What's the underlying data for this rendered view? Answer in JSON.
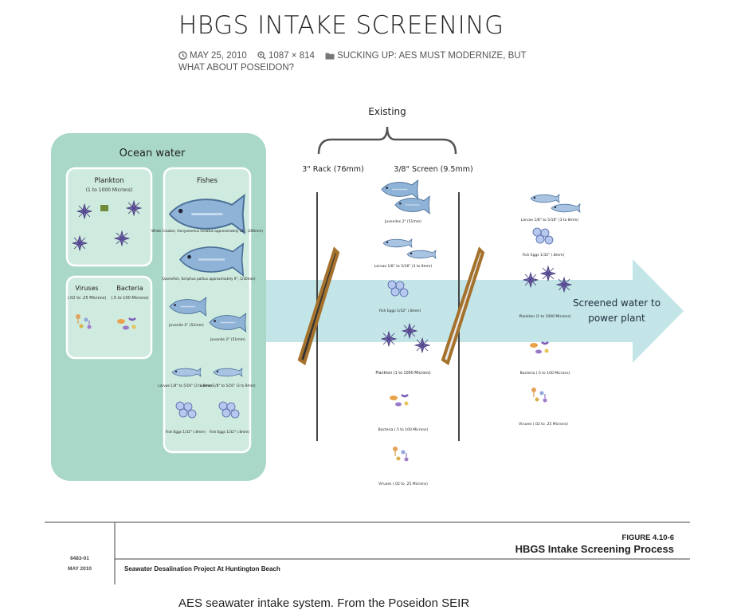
{
  "post": {
    "title": "HBGS INTAKE SCREENING",
    "meta": {
      "date": "MAY 25, 2010",
      "dimensions": "1087 × 814",
      "category": "SUCKING UP: AES MUST MODERNIZE, BUT WHAT ABOUT POSEIDON?"
    },
    "caption": "AES seawater intake system. From the Poseidon SEIR"
  },
  "figure": {
    "ocean_title": "Ocean water",
    "plankton_label": "Plankton",
    "plankton_size": "(1 to 1000 Microns)",
    "viruses_label": "Viruses",
    "viruses_size": "(.02 to .25 Microns)",
    "bacteria_label": "Bacteria",
    "bacteria_size": "(.5 to 100 Microns)",
    "fishes_label": "Fishes",
    "white_croaker": "White Croaker, Genyonemus lineatus approximately 11\", (280mm)",
    "queenfish": "Queenfish, Seriphus politus approximately 9\", (230mm)",
    "juvenile_1": "Juvenile 2\" (51mm)",
    "juvenile_2": "Juvenile 2\" (51mm)",
    "larvae_1": "Larvae 1/8\" to 5/16\" (3 to 8mm)",
    "larvae_2": "Larvae 1/8\" to 5/16\" (3 to 8mm)",
    "fish_eggs_1": "Fish Eggs 1/32\" (.8mm)",
    "fish_eggs_2": "Fish Eggs 1/32\" (.8mm)",
    "existing_label": "Existing",
    "rack_label": "3\" Rack (76mm)",
    "screen_label": "3/8\" Screen (9.5mm)",
    "mid_juveniles": "Juveniles 2\" (51mm)",
    "mid_larvae": "Larvae 1/8\" to 5/16\" (3 to 8mm)",
    "mid_fish_eggs": "Fish Eggs 1/32\" (.8mm)",
    "mid_plankton": "Plankton (1 to 1000 Microns)",
    "mid_bacteria": "Bacteria (.5 to 100 Microns)",
    "mid_viruses": "Viruses (.02 to .25 Microns)",
    "right_larvae": "Larvae 1/8\" to 5/16\" (3 to 8mm)",
    "right_fish_eggs": "Fish Eggs 1/32\" (.8mm)",
    "right_plankton": "Plankton (1 to 1000 Microns)",
    "right_bacteria": "Bacteria (.5 to 100 Microns)",
    "right_viruses": "Viruses (.02 to .25 Microns)",
    "arrow_label_1": "Screened water to",
    "arrow_label_2": "power plant",
    "figure_number": "FIGURE 4.10-6",
    "figure_title": "HBGS Intake Screening Process",
    "doc_number": "6483-01",
    "doc_date": "MAY 2010",
    "project_name": "Seawater Desalination Project At Huntington Beach"
  },
  "colors": {
    "ocean_fill": "#a9d8c8",
    "arrow_fill": "#c3e5e8",
    "rack_frame": "#a4722c",
    "fish_blue": "#8fb3d6"
  },
  "icons": [
    "clock-icon",
    "zoom-icon",
    "folder-icon"
  ]
}
